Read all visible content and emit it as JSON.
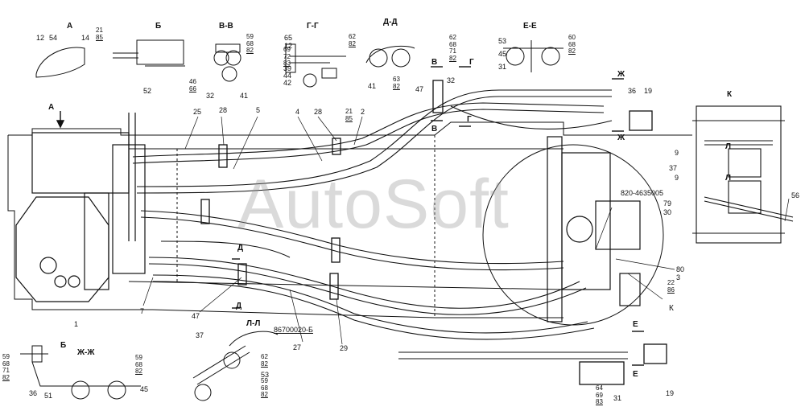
{
  "watermark": "AutoSoft",
  "sections": {
    "A": "А",
    "B": "Б",
    "VV": "В-В",
    "GG": "Г-Г",
    "DD": "Д-Д",
    "EE": "Е-Е",
    "K": "К",
    "ZhZh": "Ж-Ж",
    "LL": "Л-Л",
    "part": "86700020-Б",
    "code": "820-4635005"
  },
  "markers": {
    "A": "А",
    "B": "Б",
    "V1": "В",
    "V2": "В",
    "G1": "Г",
    "G2": "Г",
    "D1": "Д",
    "D2": "Д",
    "E1": "Е",
    "E2": "Е",
    "Zh1": "Ж",
    "Zh2": "Ж",
    "L1": "Л",
    "L2": "Л",
    "K2": "К"
  },
  "labels": {
    "n12": "12",
    "n54": "54",
    "n14": "14",
    "n52": "52",
    "n32a": "32",
    "n41a": "41",
    "n65": "65",
    "n12b": "12",
    "n39": "39",
    "n44": "44",
    "n42": "42",
    "n41b": "41",
    "n47a": "47",
    "n53a": "53",
    "n45a": "45",
    "n31a": "31",
    "n32b": "32",
    "n36a": "36",
    "n19a": "19",
    "n25": "25",
    "n28a": "28",
    "n5": "5",
    "n4": "4",
    "n28b": "28",
    "n2": "2",
    "n9a": "9",
    "n37a": "37",
    "n9b": "9",
    "n56": "56",
    "n79": "79",
    "n30": "30",
    "n80": "80",
    "n3": "3",
    "nK": "К",
    "n7": "7",
    "n47b": "47",
    "n27": "27",
    "n29": "29",
    "n1": "1",
    "n36b": "36",
    "n51": "51",
    "n45b": "45",
    "n37b": "37",
    "n53b": "53",
    "n19b": "19",
    "n31b": "31"
  },
  "stacks": {
    "s1": [
      "21",
      "85"
    ],
    "s2": [
      "46",
      "66"
    ],
    "s3": [
      "59",
      "68",
      "82"
    ],
    "s4": [
      "62",
      "82"
    ],
    "s5": [
      "63",
      "82"
    ],
    "s6": [
      "60",
      "68",
      "82"
    ],
    "s7": [
      "62",
      "68",
      "71",
      "82"
    ],
    "s8": [
      "21",
      "85"
    ],
    "s9": [
      "22",
      "86"
    ],
    "s10": [
      "59",
      "68",
      "71",
      "82"
    ],
    "s11": [
      "59",
      "68",
      "82"
    ],
    "s12": [
      "62",
      "82"
    ],
    "s13": [
      "59",
      "68",
      "82"
    ],
    "s14": [
      "64",
      "69",
      "83"
    ],
    "s15": [
      "69",
      "72",
      "83"
    ]
  }
}
